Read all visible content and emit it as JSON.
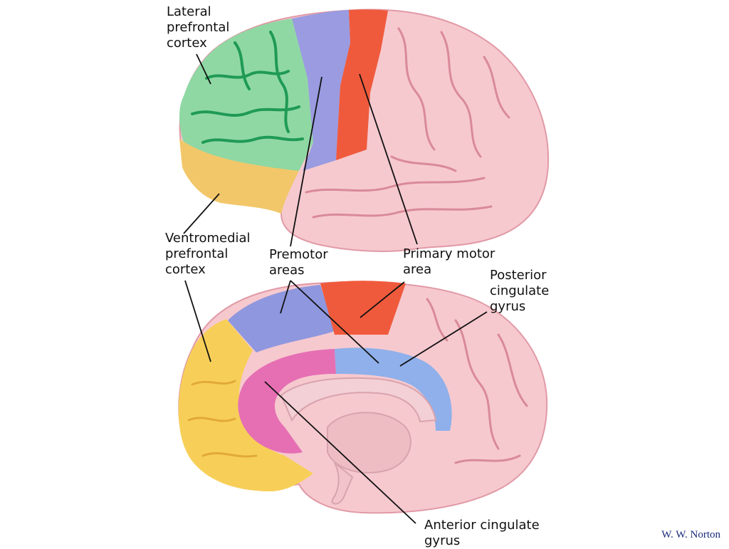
{
  "labels": {
    "lateral_pfc": [
      "Lateral",
      "prefrontal",
      "cortex"
    ],
    "ventromedial_pfc": [
      "Ventromedial",
      "prefrontal",
      "cortex"
    ],
    "premotor": [
      "Premotor",
      "areas"
    ],
    "primary_motor": [
      "Primary motor",
      "area"
    ],
    "posterior_cingulate": [
      "Posterior",
      "cingulate",
      "gyrus"
    ],
    "anterior_cingulate": [
      "Anterior cingulate",
      "gyrus"
    ]
  },
  "credit": "W. W. Norton",
  "colors": {
    "lateral_pfc": "#8fd8a4",
    "lateral_pfc_sulci": "#1f9a55",
    "ventromedial_pfc": "#f2c76a",
    "ventromedial_pfc_medial": "#f7cf58",
    "premotor": "#9a9be0",
    "premotor_medial": "#8f97de",
    "primary_motor": "#f05a3c",
    "posterior_cingulate": "#8fb0ea",
    "anterior_cingulate": "#e66fb4",
    "cortex": "#f6c9cf",
    "cortex_sulci": "#d98a98"
  }
}
